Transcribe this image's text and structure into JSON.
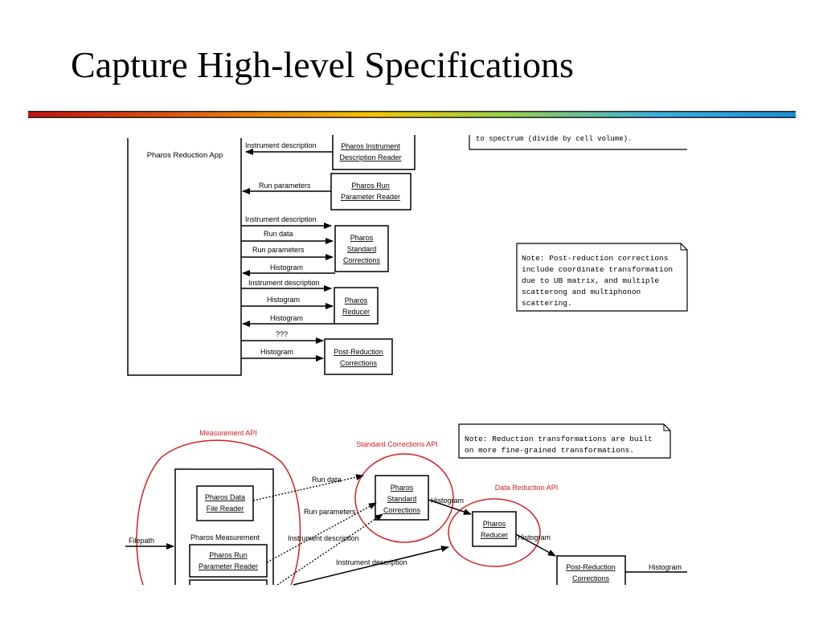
{
  "title": "Capture High-level Specifications",
  "colors": {
    "rule_gradient": [
      "#c21010",
      "#e05a10",
      "#f5c400",
      "#9ad04a",
      "#3ab0e0",
      "#1a8fd8"
    ],
    "api_ellipse": "#d42020",
    "api_label": "#d42020",
    "line": "#000000"
  },
  "top_diagram": {
    "app_box_label": "Pharos Reduction App",
    "components": {
      "instrument_reader": [
        "Pharos Instrument",
        "Description Reader"
      ],
      "run_reader": [
        "Pharos Run",
        "Parameter Reader"
      ],
      "standard_corrections": [
        "Pharos",
        "Standard",
        "Corrections"
      ],
      "reducer": [
        "Pharos",
        "Reducer"
      ],
      "post_reduction": [
        "Post-Reduction",
        "Corrections"
      ]
    },
    "messages": {
      "m1": "Instrument description",
      "m2": "Run parameters",
      "m3": "Instrument description",
      "m4": "Run data",
      "m5": "Run parameters",
      "m6": "Histogram",
      "m7": "Instrument description",
      "m8": "Histogram",
      "m9": "Histogram",
      "m10": "???",
      "m11": "Histogram"
    },
    "note_partial": "to spectrum (divide by cell volume).",
    "note_post": [
      "Note: Post-reduction corrections",
      "include coordinate transformation",
      "due to UB matrix, and multiple",
      "scatterong and multiphonon",
      "scattering."
    ]
  },
  "bottom_diagram": {
    "api_labels": {
      "measurement": "Measurement API",
      "standard_corrections": "Standard Corrections API",
      "data_reduction": "Data Reduction API"
    },
    "note": [
      "Note: Reduction transformations are built",
      "on more fine-grained transformations."
    ],
    "components": {
      "data_file_reader": [
        "Pharos Data",
        "File Reader"
      ],
      "measurement_label": "Pharos Measurement",
      "run_reader": [
        "Pharos Run",
        "Parameter Reader"
      ],
      "standard_corrections": [
        "Pharos",
        "Standard",
        "Corrections"
      ],
      "reducer": [
        "Pharos",
        "Reducer"
      ],
      "post_reduction": [
        "Post-Reduction",
        "Corrections"
      ]
    },
    "labels": {
      "filepath": "Filepath",
      "run_data": "Run data",
      "run_parameters": "Run parameters",
      "instrument_description_1": "Instrument description",
      "instrument_description_2": "Instrument description",
      "histogram_1": "Histogram",
      "histogram_2": "Histogram",
      "histogram_3": "Histogram"
    }
  }
}
